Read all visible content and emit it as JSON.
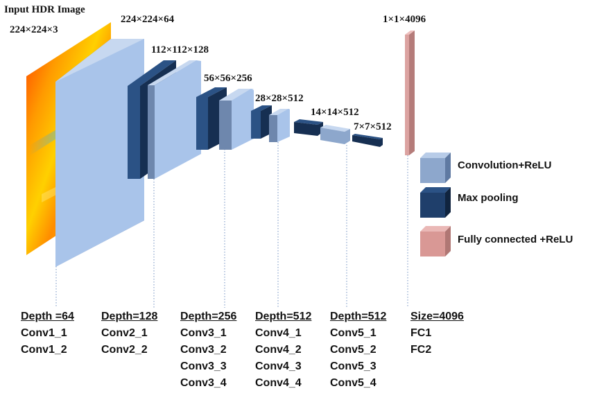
{
  "input": {
    "title": "Input HDR Image",
    "dims": "224×224×3"
  },
  "layer_dims": {
    "conv1": "224×224×64",
    "conv2": "112×112×128",
    "conv3": "56×56×256",
    "conv4": "28×28×512",
    "conv5": "14×14×512",
    "pool5": "7×7×512",
    "fc": "1×1×4096"
  },
  "legend": [
    {
      "label": "Convolution+ReLU",
      "color": "#8da7cc"
    },
    {
      "label": "Max pooling",
      "color": "#1f3f6b"
    },
    {
      "label": "Fully connected +ReLU",
      "color": "#d99895"
    }
  ],
  "colors": {
    "conv_front": "#a9c4ea",
    "conv_side": "#6e87ad",
    "pool_front": "#2b5285",
    "pool_side": "#162f52",
    "fc_front": "#dca3a1",
    "fc_side": "#b57c7a"
  },
  "groups": [
    {
      "header": "Depth =64",
      "items": [
        "Conv1_1",
        "Conv1_2"
      ]
    },
    {
      "header": "Depth=128",
      "items": [
        "Conv2_1",
        "Conv2_2"
      ]
    },
    {
      "header": "Depth=256",
      "items": [
        "Conv3_1",
        "Conv3_2",
        "Conv3_3",
        "Conv3_4"
      ]
    },
    {
      "header": "Depth=512",
      "items": [
        "Conv4_1",
        "Conv4_2",
        "Conv4_3",
        "Conv4_4"
      ]
    },
    {
      "header": "Depth=512",
      "items": [
        "Conv5_1",
        "Conv5_2",
        "Conv5_3",
        "Conv5_4"
      ]
    },
    {
      "header": "Size=4096",
      "items": [
        "FC1",
        "FC2"
      ]
    }
  ]
}
